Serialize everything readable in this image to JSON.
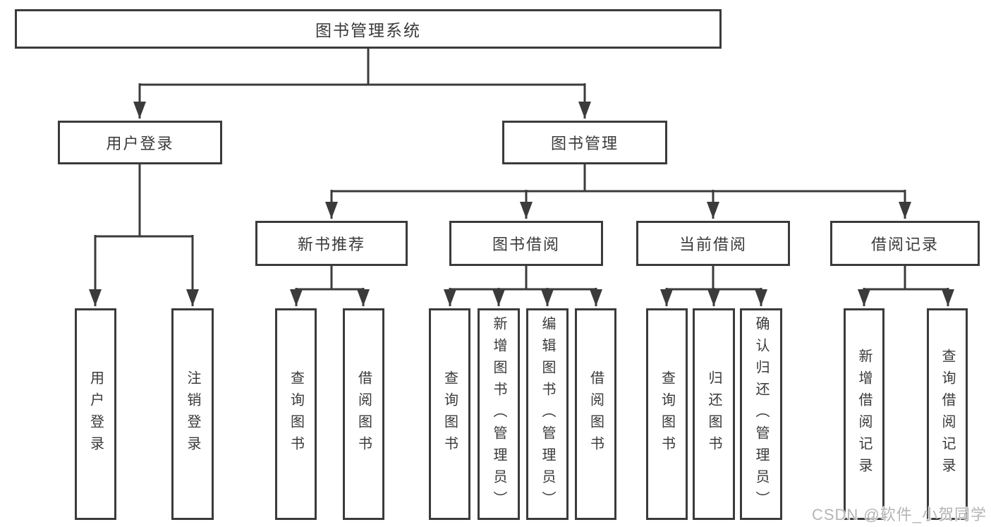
{
  "colors": {
    "line": "#3b3b3b",
    "box_border": "#3b3b3b",
    "text": "#3a3a3a",
    "background": "#ffffff",
    "watermark_text": "#a8a8a8"
  },
  "tree": {
    "label": "图书管理系统",
    "children": [
      {
        "label": "用户登录",
        "children": [
          {
            "label": "用户登录"
          },
          {
            "label": "注销登录"
          }
        ]
      },
      {
        "label": "图书管理",
        "children": [
          {
            "label": "新书推荐",
            "children": [
              {
                "label": "查询图书"
              },
              {
                "label": "借阅图书"
              }
            ]
          },
          {
            "label": "图书借阅",
            "children": [
              {
                "label": "查询图书"
              },
              {
                "label": "新增图书（管理员）"
              },
              {
                "label": "编辑图书（管理员）"
              },
              {
                "label": "借阅图书"
              }
            ]
          },
          {
            "label": "当前借阅",
            "children": [
              {
                "label": "查询图书"
              },
              {
                "label": "归还图书"
              },
              {
                "label": "确认归还（管理员）"
              }
            ]
          },
          {
            "label": "借阅记录",
            "children": [
              {
                "label": "新增借阅记录"
              },
              {
                "label": "查询借阅记录"
              }
            ]
          }
        ]
      }
    ]
  },
  "watermark": {
    "text": "CSDN @软件_小贺同学"
  }
}
